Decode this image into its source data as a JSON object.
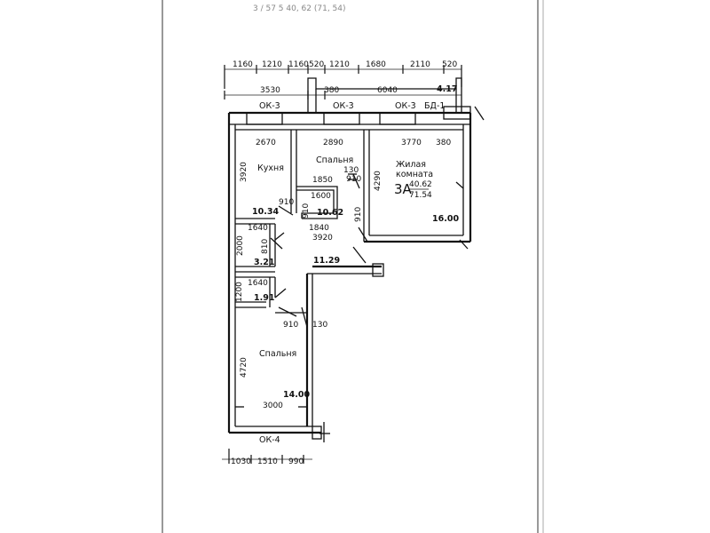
{
  "header_text": "3 / 57 5 40, 62 (71, 54)",
  "top_row_dims": [
    "1160",
    "1210",
    "1160",
    "520",
    "1210",
    "1680",
    "2110",
    "520"
  ],
  "second_row_dims": [
    "3530",
    "380",
    "6040"
  ],
  "balcony_area": "4.17",
  "windows": {
    "ok3_a": "ОК-3",
    "ok3_b": "ОК-3",
    "ok3_c": "ОК-3",
    "bd1": "БД-1",
    "ok4": "ОК-4"
  },
  "inner_top_dims": [
    "2670",
    "2890",
    "3770",
    "380"
  ],
  "rooms": {
    "kitchen": {
      "name": "Кухня",
      "area": "10.34"
    },
    "bedroom1": {
      "name": "Спальня",
      "area": "10.62"
    },
    "living": {
      "name_line1": "Жилая",
      "name_line2": "комната",
      "area": "16.00"
    },
    "bedroom2": {
      "name": "Спальня",
      "area": "14.00"
    },
    "bath": {
      "area": "3.21"
    },
    "wc": {
      "area": "1.91"
    },
    "hall": {
      "area": "11.29"
    }
  },
  "apartment": {
    "type": "3А",
    "living_area": "40.62",
    "total_area": "71.54"
  },
  "dims": {
    "d3920_left": "3920",
    "d130_a": "130",
    "d1850": "1850",
    "d910_a": "910",
    "d4290": "4290",
    "d910_b": "910",
    "d1600": "1600",
    "d910_c": "910",
    "d910_d": "910",
    "d1640_a": "1640",
    "d1840": "1840",
    "d3920_mid": "3920",
    "d2000": "2000",
    "d810": "810",
    "d1640_b": "1640",
    "d1200": "1200",
    "d910_e": "910",
    "d130_b": "130",
    "d4720": "4720",
    "d3000": "3000"
  },
  "bottom_row_dims": [
    "1030",
    "1510",
    "990"
  ]
}
